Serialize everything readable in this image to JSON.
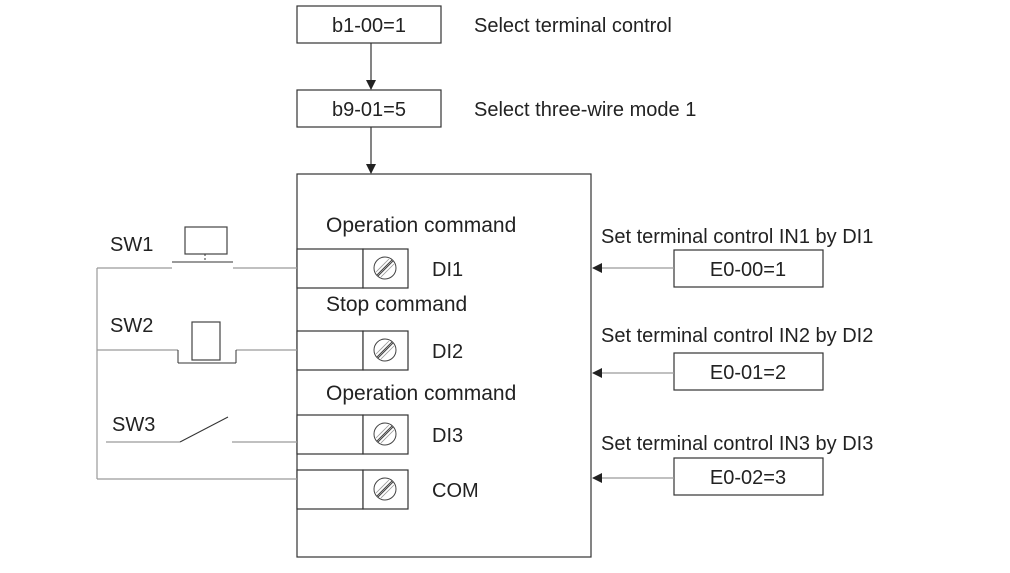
{
  "flow": {
    "step1": {
      "code": "b1-00=1",
      "note": "Select terminal control"
    },
    "step2": {
      "code": "b9-01=5",
      "note": "Select three-wire mode 1"
    }
  },
  "block": {
    "label_op1": "Operation command",
    "label_stop": "Stop command",
    "label_op2": "Operation command",
    "terminals": [
      "DI1",
      "DI2",
      "DI3",
      "COM"
    ]
  },
  "switches": [
    "SW1",
    "SW2",
    "SW3"
  ],
  "params": [
    {
      "note": "Set terminal control IN1 by DI1",
      "code": "E0-00=1"
    },
    {
      "note": "Set terminal control IN2 by DI2",
      "code": "E0-01=2"
    },
    {
      "note": "Set terminal control IN3 by DI3",
      "code": "E0-02=3"
    }
  ]
}
